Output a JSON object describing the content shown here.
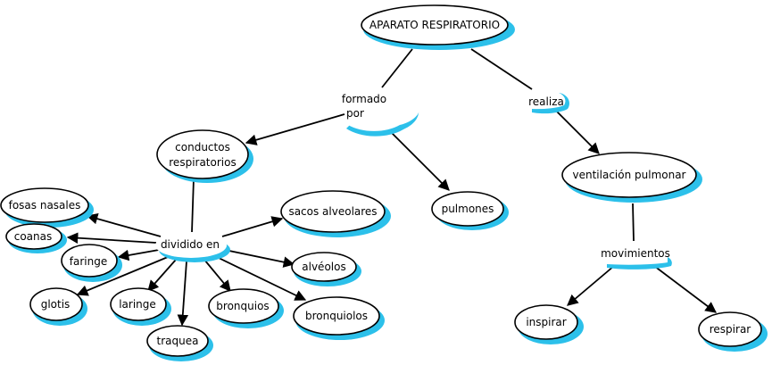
{
  "title": "APARATO RESPIRATORIO",
  "nodes": {
    "root": "APARATO RESPIRATORIO",
    "formado_por_1": "formado",
    "formado_por_2": "por",
    "realiza": "realiza",
    "conductos_1": "conductos",
    "conductos_2": "respiratorios",
    "pulmones": "pulmones",
    "ventilacion": "ventilación pulmonar",
    "dividido_en": "dividido en",
    "movimientos": "movimientos",
    "fosas_nasales": "fosas nasales",
    "coanas": "coanas",
    "faringe": "faringe",
    "glotis": "glotis",
    "laringe": "laringe",
    "traquea": "traquea",
    "bronquios": "bronquios",
    "bronquiolos": "bronquiolos",
    "alveolos": "alvéolos",
    "sacos_alveolares": "sacos alveolares",
    "inspirar": "inspirar",
    "respirar": "respirar"
  },
  "colors": {
    "shadow": "#2cc0ea",
    "border": "#000000",
    "fill": "#ffffff"
  }
}
